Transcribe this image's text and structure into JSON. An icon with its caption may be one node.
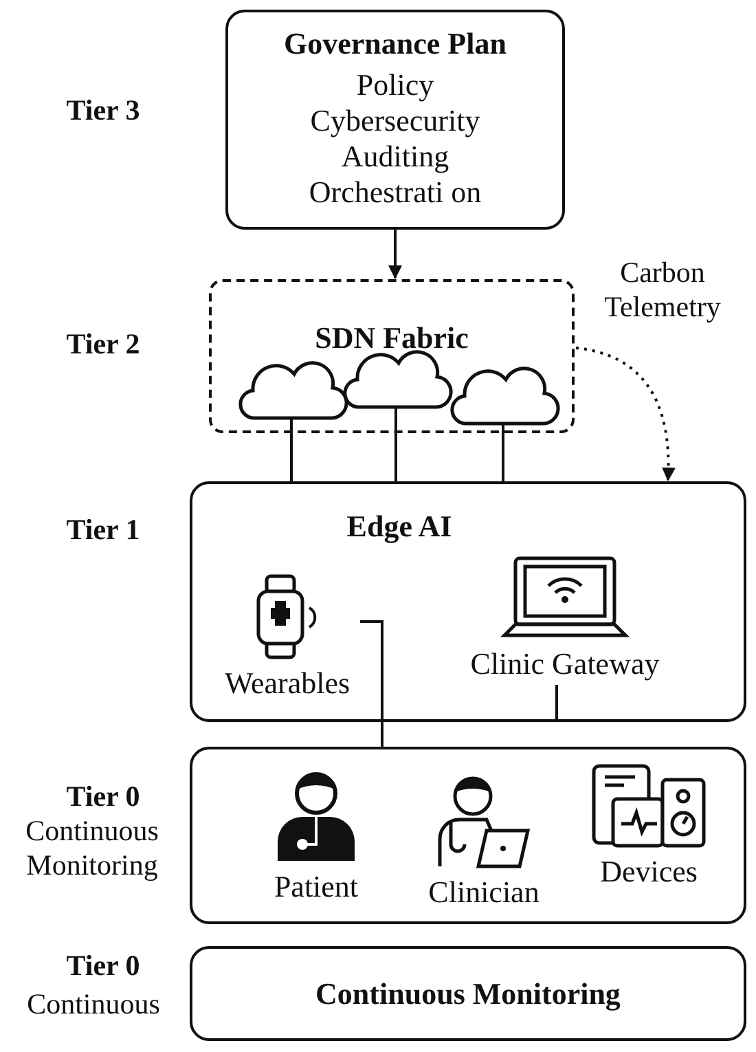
{
  "diagram": {
    "nodes": [
      {
        "text": [
          "Governance Plan",
          "Policy",
          "Cybersecurity",
          "Auditing",
          "Orchestrati on"
        ]
      },
      {
        "text": [
          "SDN Fabric"
        ]
      },
      {
        "text": [],
        "shape": "cloud",
        "in": 1
      },
      {
        "text": [],
        "shape": "cloud",
        "in": 1
      },
      {
        "text": [],
        "shape": "cloud",
        "in": 1
      },
      {
        "text": [
          "Edge AI"
        ]
      },
      {
        "text": [
          "Wearables"
        ],
        "in": 5
      },
      {
        "text": [
          "Clinic Gateway"
        ],
        "in": 5
      },
      {
        "text": [],
        "shape": "box"
      },
      {
        "text": [
          "Patient"
        ],
        "in": 8
      },
      {
        "text": [
          "Clinician"
        ],
        "in": 8
      },
      {
        "text": [
          "Devices"
        ],
        "in": 8
      },
      {
        "text": [
          "Continuous Monitoring"
        ]
      }
    ],
    "edges": [
      {
        "from": 0,
        "to": 1,
        "arrow": "to"
      },
      {
        "from": 2,
        "to": 5,
        "arrow": "none"
      },
      {
        "from": 3,
        "to": 5,
        "arrow": "none"
      },
      {
        "from": 4,
        "to": 5,
        "arrow": "none"
      },
      {
        "from": 1,
        "to": 5,
        "arrow": "to",
        "style": "dashed",
        "label": "Carbon Telemetry"
      },
      {
        "from": 6,
        "to": 8,
        "arrow": "none"
      },
      {
        "from": 7,
        "to": 5,
        "arrow": "none"
      }
    ],
    "labels": [
      "Tier 3",
      "Tier 2",
      "Tier 1",
      "Tier 0",
      "Continuous Monitoring",
      "Tier 0",
      "Continuous"
    ]
  }
}
